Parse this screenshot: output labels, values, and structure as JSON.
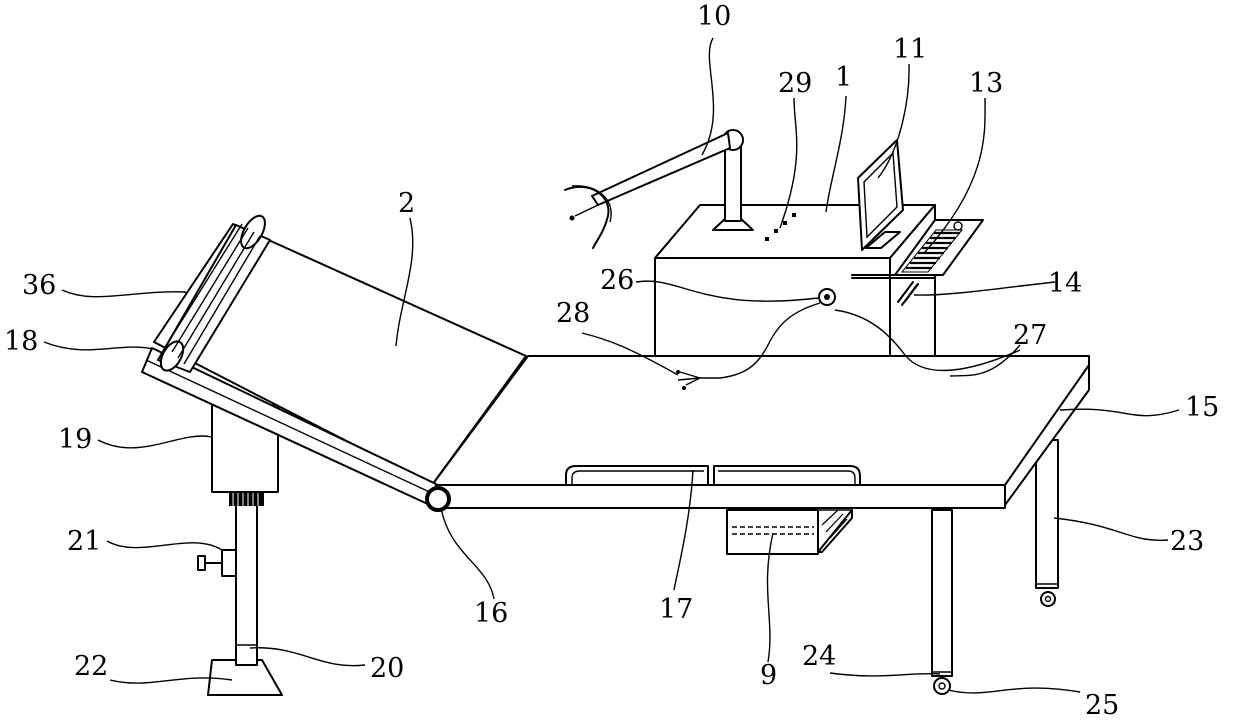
{
  "labels": {
    "l1": "1",
    "l2": "2",
    "l9": "9",
    "l10": "10",
    "l11": "11",
    "l13": "13",
    "l14": "14",
    "l15": "15",
    "l16": "16",
    "l17": "17",
    "l18": "18",
    "l19": "19",
    "l20": "20",
    "l21": "21",
    "l22": "22",
    "l23": "23",
    "l24": "24",
    "l25": "25",
    "l26": "26",
    "l27": "27",
    "l28": "28",
    "l29": "29",
    "l36": "36"
  }
}
